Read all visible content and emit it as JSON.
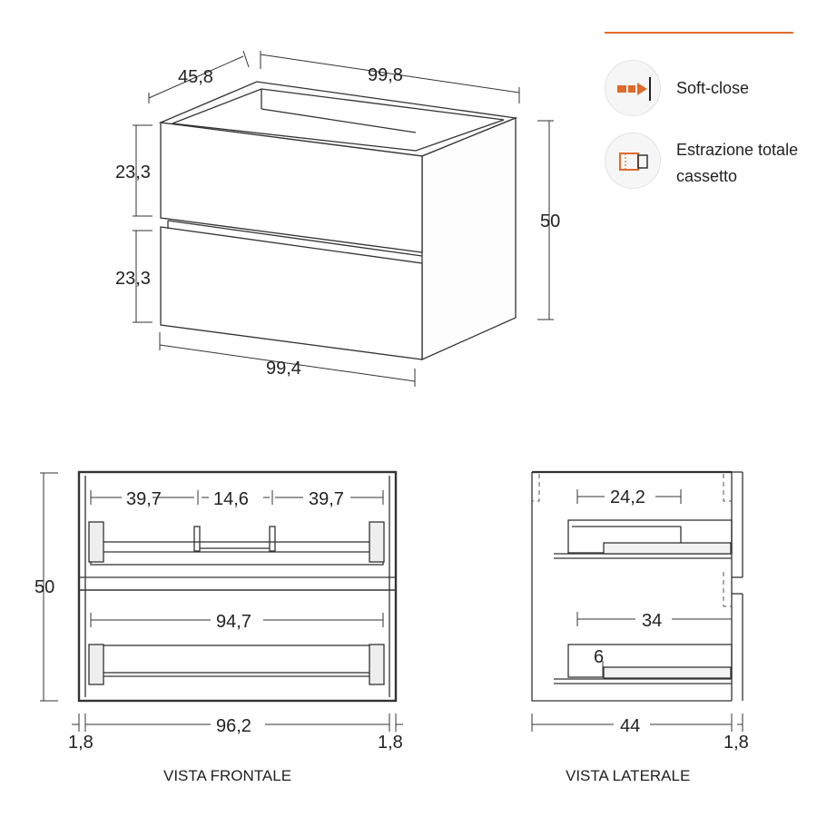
{
  "iso": {
    "depth": "45,8",
    "width_top": "99,8",
    "drawer1_h": "23,3",
    "drawer2_h": "23,3",
    "height": "50",
    "width_front": "99,4"
  },
  "legend": {
    "accent": "#e06a2c",
    "items": [
      {
        "icon": "soft-close-icon",
        "label": "Soft-close"
      },
      {
        "icon": "full-extraction-icon",
        "label_line1": "Estrazione totale",
        "label_line2": "cassetto"
      }
    ]
  },
  "front": {
    "height": "50",
    "left_w": "39,7",
    "mid_w": "14,6",
    "right_w": "39,7",
    "inner_w": "94,7",
    "total_inner": "96,2",
    "side_left": "1,8",
    "side_right": "1,8",
    "caption": "VISTA FRONTALE"
  },
  "side": {
    "top_depth": "24,2",
    "bottom_depth": "34",
    "small": "6",
    "depth": "44",
    "thickness": "1,8",
    "caption": "VISTA LATERALE"
  }
}
